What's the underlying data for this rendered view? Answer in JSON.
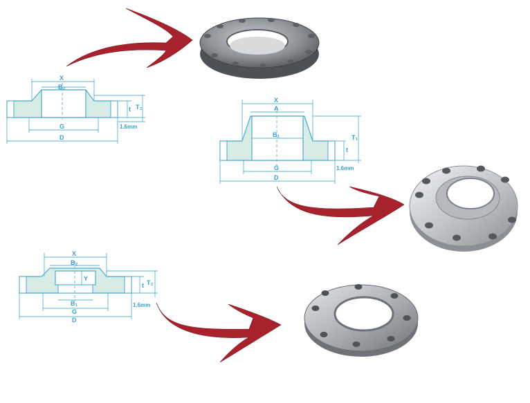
{
  "colors": {
    "arrow": "#a7222d",
    "dimension_line": "#5bb3d6",
    "section_fill": "#d7ece5",
    "metal": "#9a9ea3"
  },
  "drawings": [
    {
      "id": "top-left",
      "labels": {
        "x": "X",
        "b": "B₂",
        "g": "G",
        "d": "D",
        "t": "t",
        "tt": "T₂",
        "gap": "1.6mm"
      }
    },
    {
      "id": "middle",
      "labels": {
        "x": "X",
        "a": "A",
        "b": "B₁",
        "g": "G",
        "d": "D",
        "t": "t",
        "tt": "T₁",
        "gap": "1.6mm"
      }
    },
    {
      "id": "bottom-left",
      "labels": {
        "x": "X",
        "b2": "B₂",
        "y": "Y",
        "b1": "B₁",
        "g": "G",
        "d": "D",
        "t": "t",
        "tt": "T₂",
        "gap": "1.6mm"
      }
    }
  ]
}
